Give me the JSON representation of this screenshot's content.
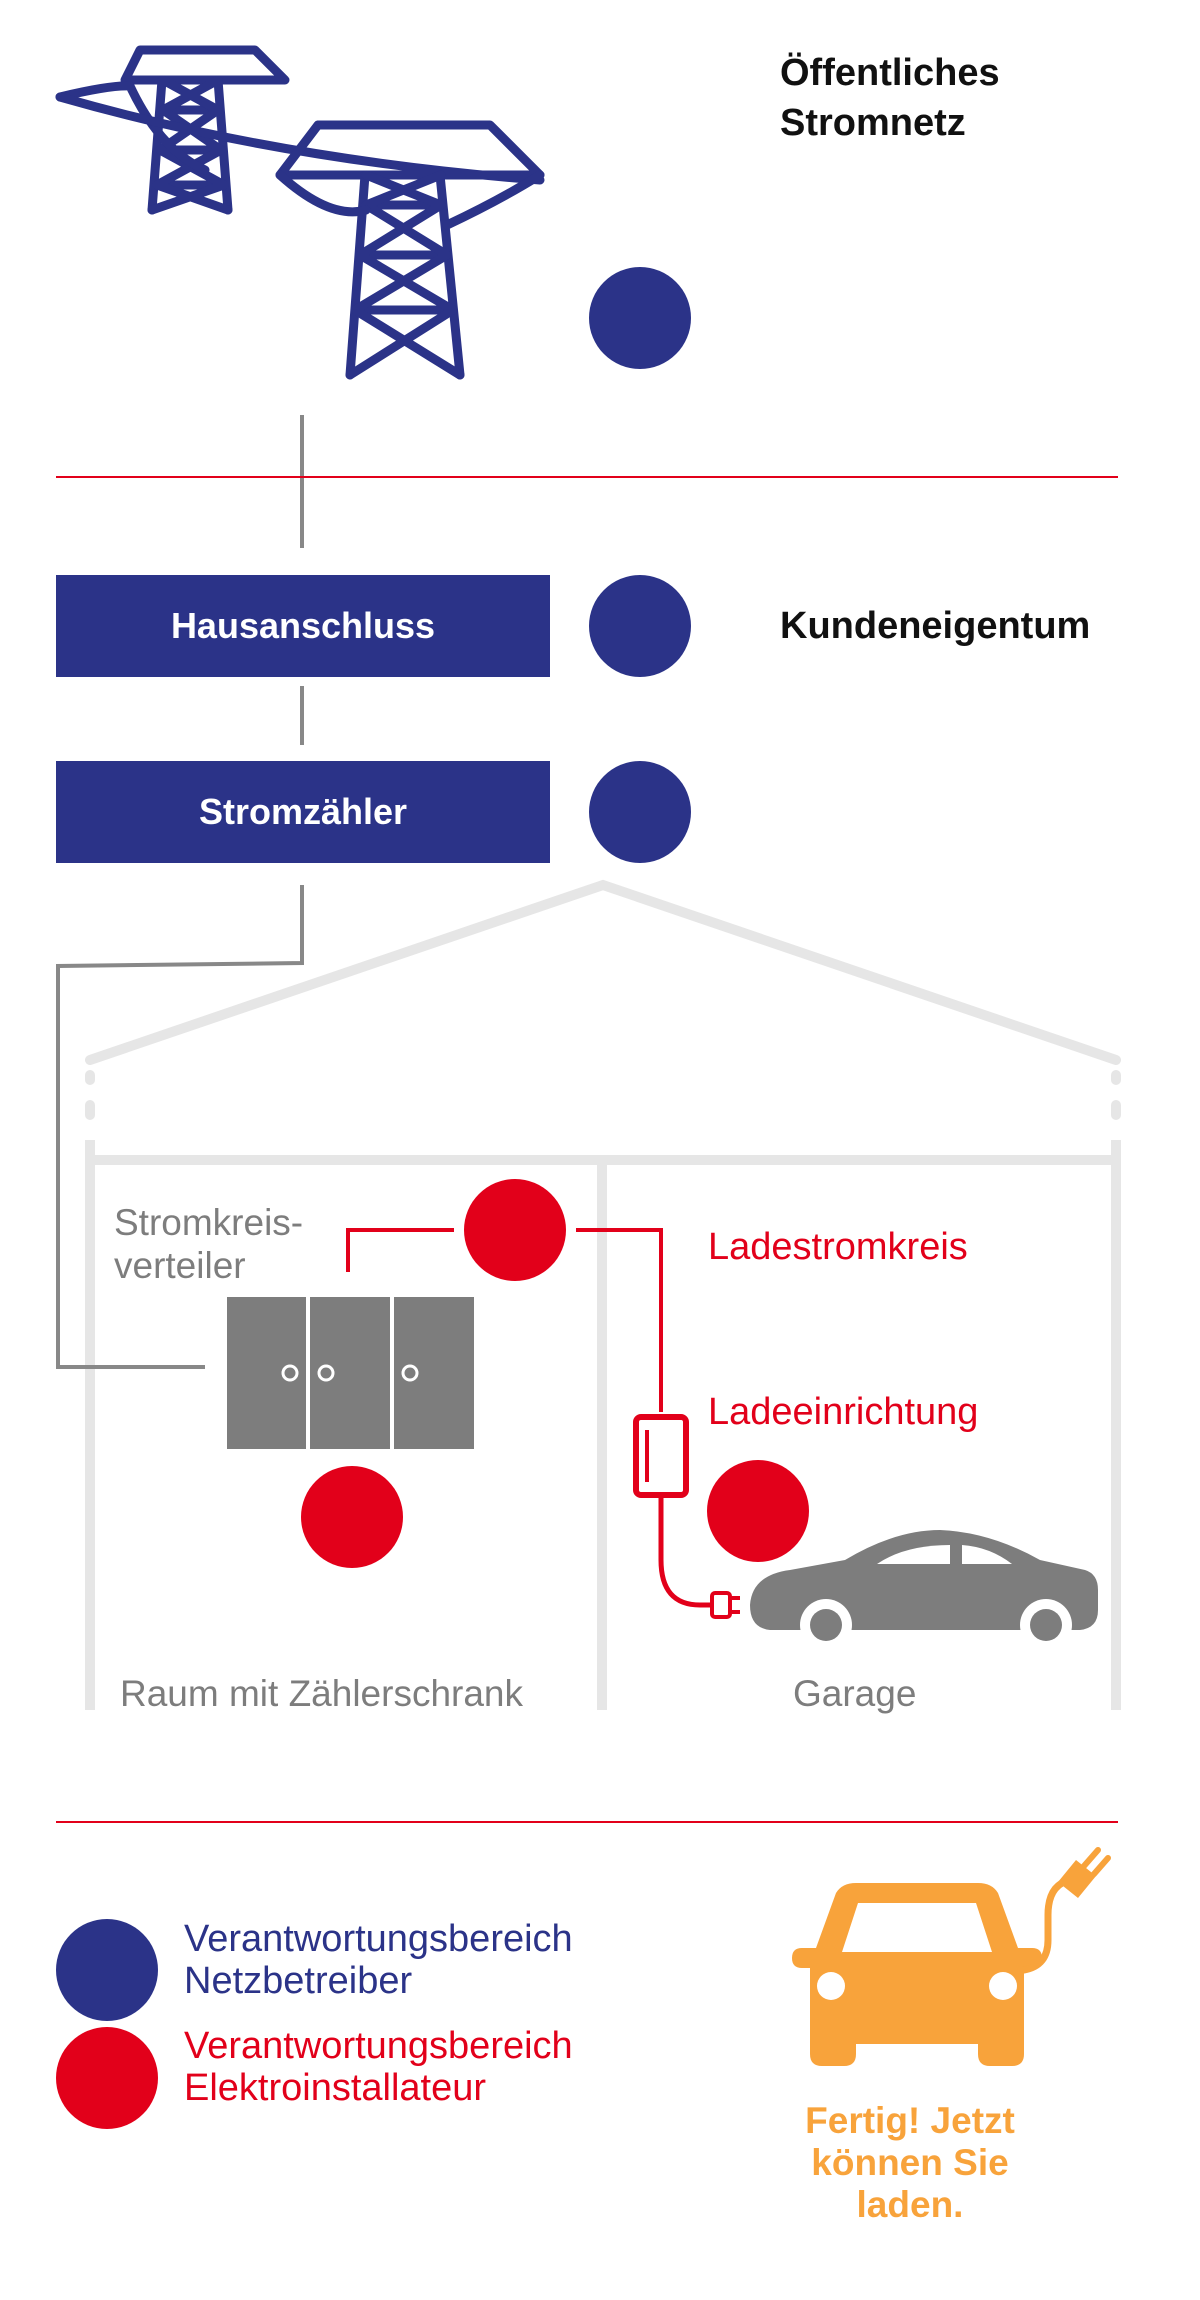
{
  "labels": {
    "grid": "Öffentliches Stromnetz",
    "customer": "Kundeneigentum",
    "house_connection": "Hausanschluss",
    "meter": "Stromzähler",
    "distributor": "Stromkreis- verteiler",
    "charging_circuit": "Ladestromkreis",
    "charging_device": "Ladeeinrichtung",
    "room_meter": "Raum mit Zählerschrank",
    "garage": "Garage"
  },
  "legend": {
    "operator": "Verantwortungsbereich Netzbetreiber",
    "electrician": "Verantwortungsbereich Elektroinstallateur"
  },
  "done": "Fertig! Jetzt können Sie laden.",
  "colors": {
    "operator_blue": "#2b3388",
    "electrician_red": "#e2001a",
    "separator_red": "#e2001a",
    "house_grey": "#e6e6e6",
    "device_grey": "#7d7d7d",
    "done_orange": "#f8a33b"
  },
  "icons": [
    "power-pylon-icon",
    "distribution-cabinet-icon",
    "wallbox-icon",
    "car-icon",
    "ev-car-charging-icon"
  ]
}
